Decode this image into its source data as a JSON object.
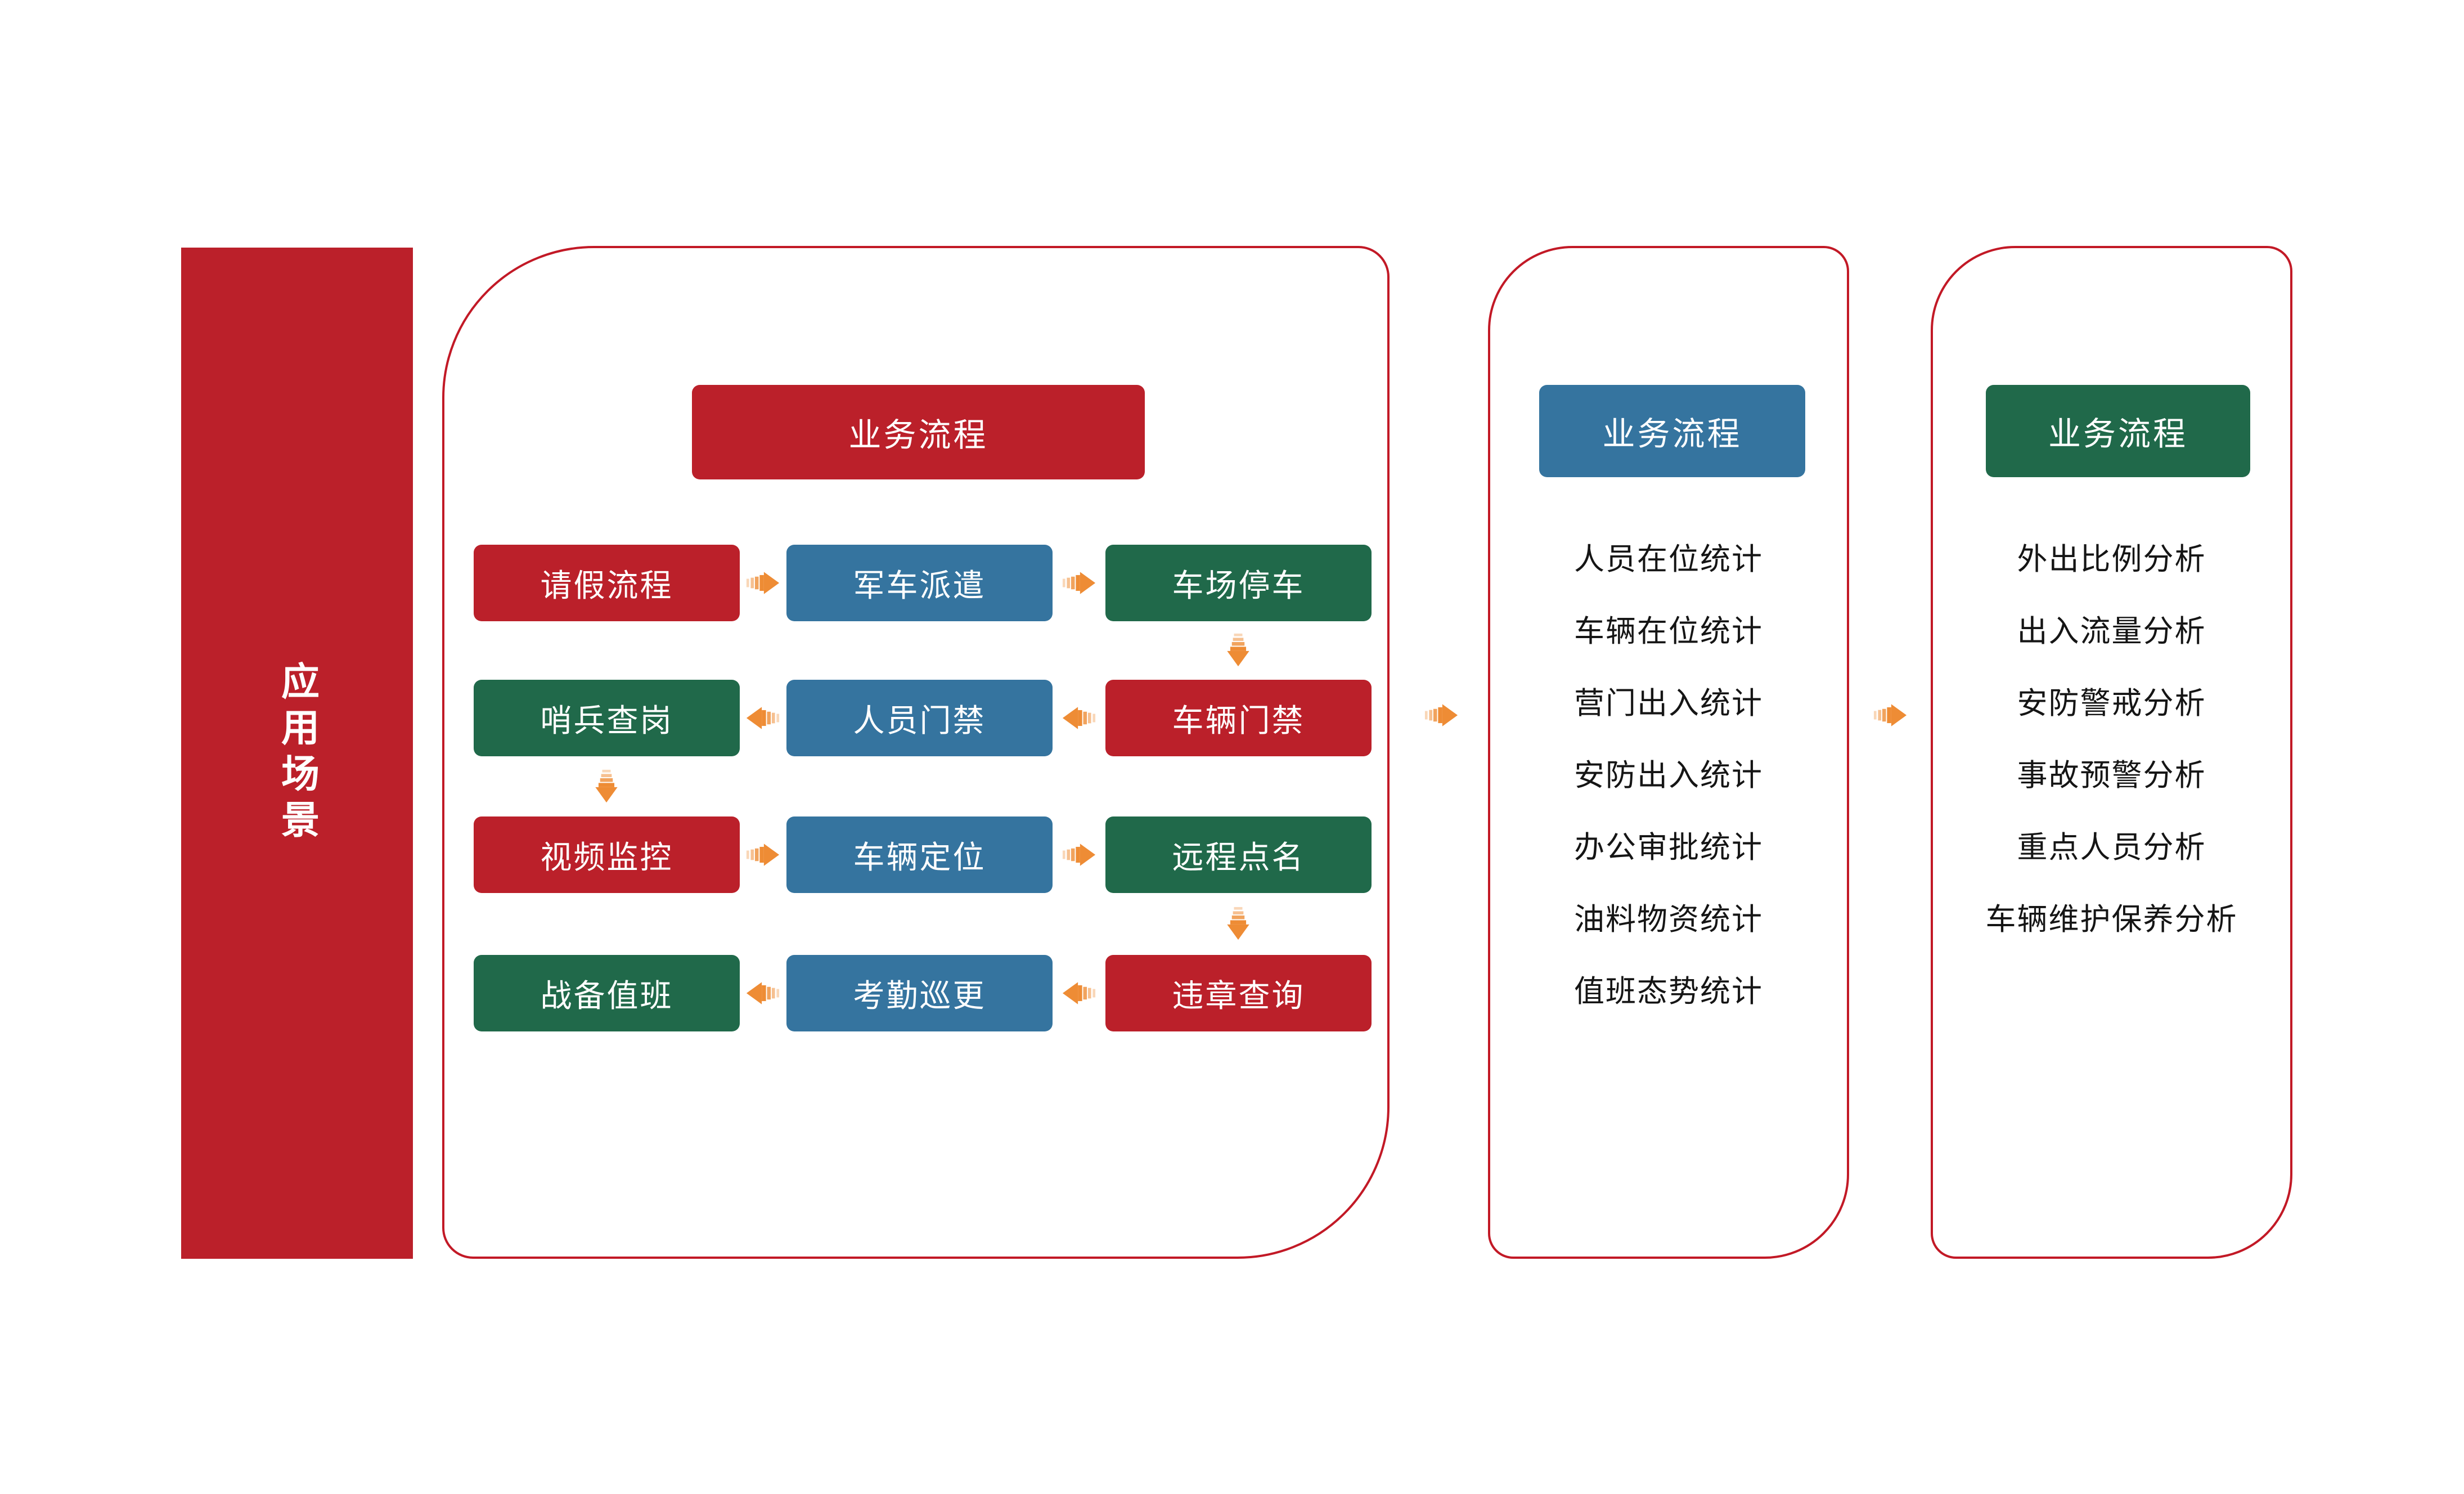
{
  "colors": {
    "red": "#BB202A",
    "green": "#20694A",
    "blue": "#35749F",
    "orange": "#EE8C35",
    "border": "#C21926",
    "ink": "#151515"
  },
  "icons": {
    "horizontal_flow": "striped-arrow-icon",
    "vertical_flow": "striped-arrow-down-icon"
  },
  "sidebar": {
    "label": "应用场景"
  },
  "flow": {
    "header": "业务流程",
    "rows": [
      {
        "cells": [
          {
            "label": "请假流程"
          },
          {
            "label": "军车派遣"
          },
          {
            "label": "车场停车"
          }
        ]
      },
      {
        "cells": [
          {
            "label": "哨兵查岗"
          },
          {
            "label": "人员门禁"
          },
          {
            "label": "车辆门禁"
          }
        ]
      },
      {
        "cells": [
          {
            "label": "视频监控"
          },
          {
            "label": "车辆定位"
          },
          {
            "label": "远程点名"
          }
        ]
      },
      {
        "cells": [
          {
            "label": "战备值班"
          },
          {
            "label": "考勤巡更"
          },
          {
            "label": "违章查询"
          }
        ]
      }
    ]
  },
  "statistics": {
    "header": "业务流程",
    "items": [
      "人员在位统计",
      "车辆在位统计",
      "营门出入统计",
      "安防出入统计",
      "办公审批统计",
      "油料物资统计",
      "值班态势统计"
    ]
  },
  "analysis": {
    "header": "业务流程",
    "items": [
      "外出比例分析",
      "出入流量分析",
      "安防警戒分析",
      "事故预警分析",
      "重点人员分析",
      "车辆维护保养分析"
    ]
  }
}
